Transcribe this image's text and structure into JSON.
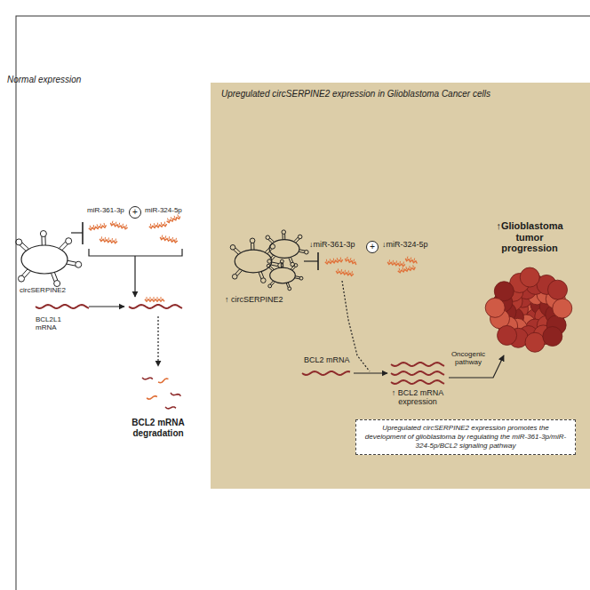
{
  "diagram": {
    "nodes": [
      {
        "text": [
          "Upregulated circSERPINE2 expression in Glioblastoma Cancer cells"
        ]
      },
      {
        "text": [
          "+"
        ]
      },
      {
        "text": [
          "+"
        ],
        "in": 0
      },
      {
        "text": [
          "Upregulated circSERPINE2 expression promotes the development of glioblastoma by regulating the miR-361-3p/miR-324-5p/BCL2 signaling pathway"
        ],
        "in": 0
      }
    ],
    "labels": [
      "Normal expression",
      "circSERPINE2",
      "miR-361-3p",
      "miR-324-5p",
      "BCL2L1 mRNA",
      "BCL2 mRNA degradation",
      "↑ circSERPINE2",
      "↓miR-361-3p",
      "↓miR-324-5p",
      "↑Glioblastoma tumor progression",
      "BCL2 mRNA",
      "↑ BCL2 mRNA expression",
      "Oncogenic pathway"
    ]
  }
}
